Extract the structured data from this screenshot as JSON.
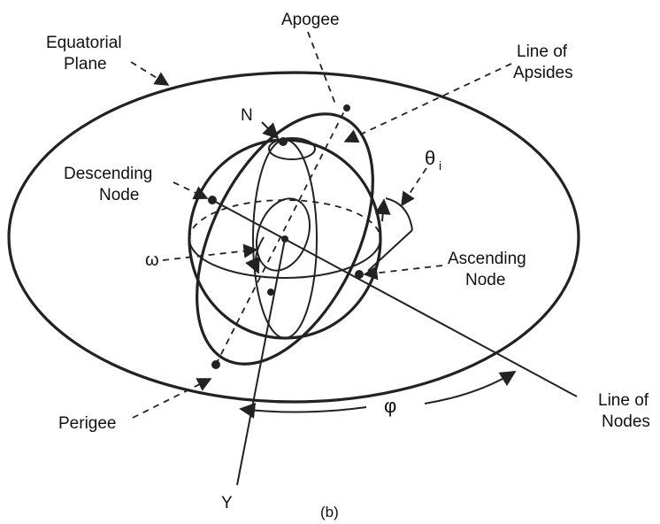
{
  "labels": {
    "apogee": "Apogee",
    "equatorial_plane_line1": "Equatorial",
    "equatorial_plane_line2": "Plane",
    "line_of_apsides_line1": "Line of",
    "line_of_apsides_line2": "Apsides",
    "north": "N",
    "theta": "θ",
    "theta_subscript": "i",
    "descending_node_line1": "Descending",
    "descending_node_line2": "Node",
    "omega": "ω",
    "ascending_node_line1": "Ascending",
    "ascending_node_line2": "Node",
    "perigee": "Perigee",
    "line_of_nodes_line1": "Line of",
    "line_of_nodes_line2": "Nodes",
    "phi": "φ",
    "y_axis": "Y",
    "caption": "(b)"
  },
  "colors": {
    "ink": "#222222",
    "background": "#ffffff"
  }
}
